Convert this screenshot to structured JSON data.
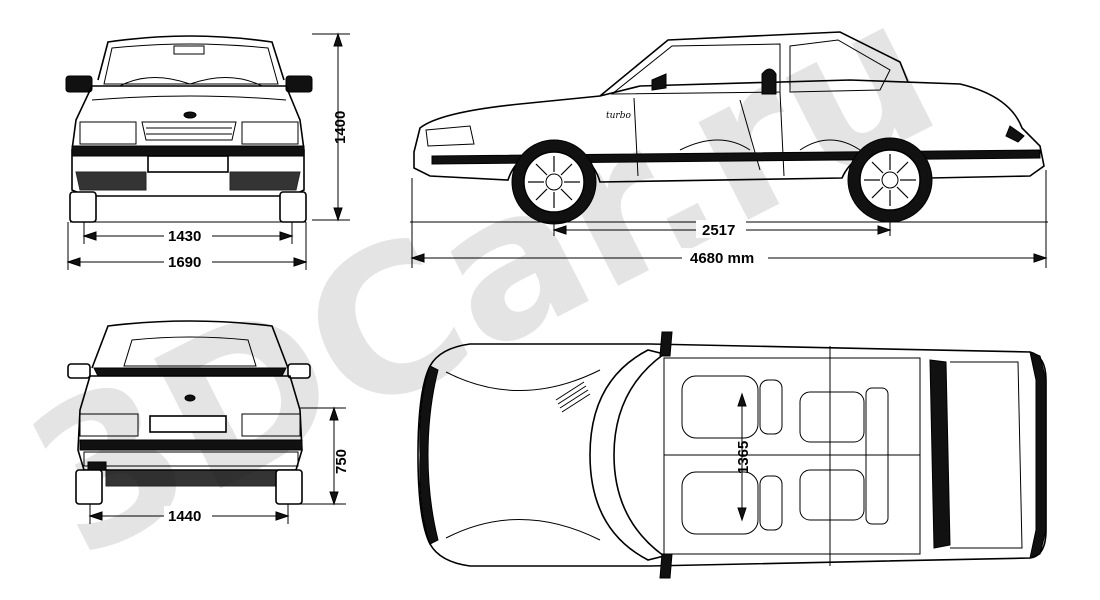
{
  "watermark": {
    "text": "3DCar.ru",
    "color": "#cfcfcf"
  },
  "dimensions": {
    "front_height": "1400",
    "front_track": "1430",
    "front_width": "1690",
    "wheelbase": "2517",
    "overall_length": "4680 mm",
    "rear_track": "1440",
    "rear_height": "750",
    "cabin_width": "1365"
  },
  "badge": {
    "text": "turbo"
  },
  "colors": {
    "line": "#000000",
    "background": "#ffffff"
  }
}
